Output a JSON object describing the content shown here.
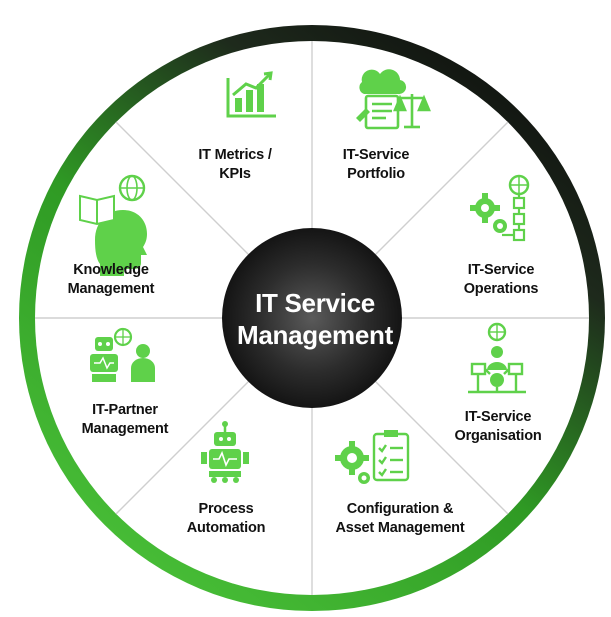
{
  "center": {
    "line1": "IT Service",
    "line2": "Management"
  },
  "segments": [
    {
      "line1": "IT Metrics /",
      "line2": "KPIs",
      "icon": "bar-chart-icon"
    },
    {
      "line1": "IT-Service",
      "line2": "Portfolio",
      "icon": "portfolio-scales-icon"
    },
    {
      "line1": "IT-Service",
      "line2": "Operations",
      "icon": "gears-flow-icon"
    },
    {
      "line1": "IT-Service",
      "line2": "Organisation",
      "icon": "org-network-icon"
    },
    {
      "line1": "Configuration &",
      "line2": "Asset Management",
      "icon": "gear-checklist-icon"
    },
    {
      "line1": "Process",
      "line2": "Automation",
      "icon": "robot-icon"
    },
    {
      "line1": "IT-Partner",
      "line2": "Management",
      "icon": "partner-robot-person-icon"
    },
    {
      "line1": "Knowledge",
      "line2": "Management",
      "icon": "head-book-globe-icon"
    }
  ],
  "colors": {
    "accent_green": "#5fd14a",
    "ring_dark": "#151515",
    "ring_green": "#3fbf2f",
    "text": "#111111",
    "divider": "#cfcfcf"
  }
}
